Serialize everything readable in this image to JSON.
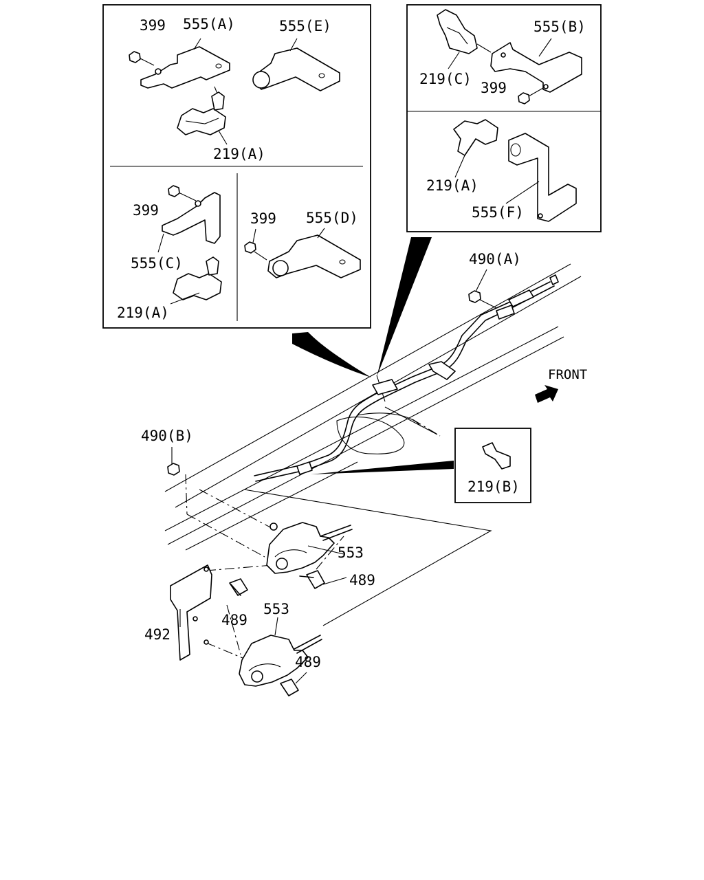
{
  "front_label": "FRONT",
  "callouts": {
    "c399_a": "399",
    "c555_a": "555(A)",
    "c555_e": "555(E)",
    "c219_a_1": "219(A)",
    "c399_c": "399",
    "c555_c": "555(C)",
    "c219_a_2": "219(A)",
    "c399_d": "399",
    "c555_d": "555(D)",
    "c555_b": "555(B)",
    "c219_c": "219(C)",
    "c399_b": "399",
    "c219_a_3": "219(A)",
    "c555_f": "555(F)",
    "c490_a": "490(A)",
    "c490_b": "490(B)",
    "c219_b": "219(B)",
    "c553_1": "553",
    "c489_1": "489",
    "c492": "492",
    "c489_2": "489",
    "c553_2": "553",
    "c489_3": "489"
  }
}
